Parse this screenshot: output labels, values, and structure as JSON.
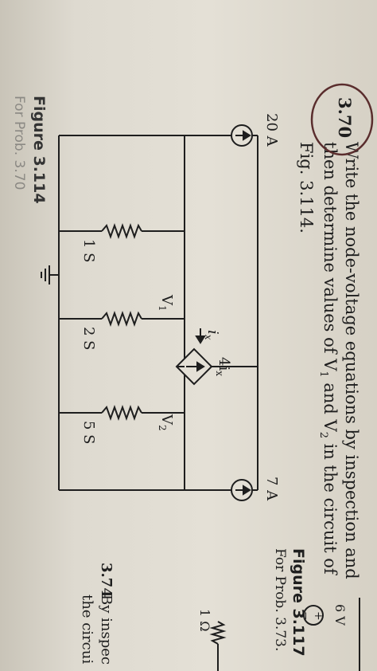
{
  "problem": {
    "number": "3.70",
    "line1": "Write the node-voltage equations by inspection and",
    "line2": "then determine values of V",
    "line2_sub1": "1",
    "line2_mid": " and V",
    "line2_sub2": "2",
    "line2_end": " in the circuit of",
    "line3": "Fig. 3.114."
  },
  "figure_left": {
    "label": "Figure 3.114",
    "cutoff": "For Prob. 3.70"
  },
  "circuit": {
    "source1": "20 A",
    "r1": "1 S",
    "r2": "2 S",
    "r3": "5 S",
    "source2": "7 A",
    "node1": "V",
    "node1_sub": "1",
    "node2": "V",
    "node2_sub": "2",
    "dep_source": "4i",
    "dep_source_sub": "x",
    "current": "i",
    "current_sub": "x"
  },
  "figure_right": {
    "label": "Figure 3.117",
    "caption": "For Prob. 3.73."
  },
  "side_circuit": {
    "resistor": "1 Ω",
    "source": "6 V",
    "plus": "+",
    "minus": "−"
  },
  "next_problem": {
    "number": "3.74",
    "line1": "By inspec",
    "line2": "the circui"
  }
}
